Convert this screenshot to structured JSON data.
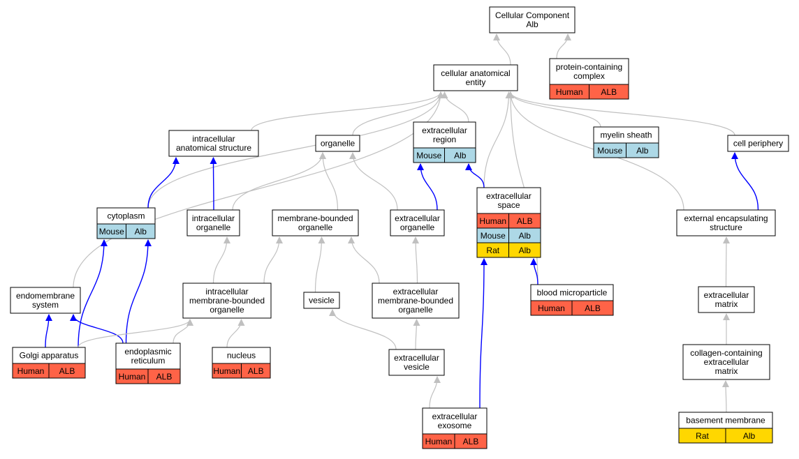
{
  "colors": {
    "human": "#ff6347",
    "mouse": "#add8e6",
    "rat": "#ffd700",
    "edge_gray": "#c0c0c0",
    "edge_blue": "#0000ff",
    "node_border": "#000000",
    "node_fill": "#ffffff"
  },
  "nodes": {
    "cellular_component": {
      "lines": [
        "Cellular Component",
        "Alb"
      ]
    },
    "protein_containing_complex": {
      "lines": [
        "protein-containing",
        "complex"
      ],
      "species": [
        [
          "Human",
          "ALB",
          "human"
        ]
      ]
    },
    "cellular_anatomical_entity": {
      "lines": [
        "cellular anatomical",
        "entity"
      ]
    },
    "intracellular_anatomical_structure": {
      "lines": [
        "intracellular",
        "anatomical structure"
      ]
    },
    "organelle": {
      "lines": [
        "organelle"
      ]
    },
    "extracellular_region": {
      "lines": [
        "extracellular",
        "region"
      ],
      "species": [
        [
          "Mouse",
          "Alb",
          "mouse"
        ]
      ]
    },
    "myelin_sheath": {
      "lines": [
        "myelin sheath"
      ],
      "species": [
        [
          "Mouse",
          "Alb",
          "mouse"
        ]
      ]
    },
    "cell_periphery": {
      "lines": [
        "cell periphery"
      ]
    },
    "cytoplasm": {
      "lines": [
        "cytoplasm"
      ],
      "species": [
        [
          "Mouse",
          "Alb",
          "mouse"
        ]
      ]
    },
    "intracellular_organelle": {
      "lines": [
        "intracellular",
        "organelle"
      ]
    },
    "membrane_bounded_organelle": {
      "lines": [
        "membrane-bounded",
        "organelle"
      ]
    },
    "extracellular_organelle": {
      "lines": [
        "extracellular",
        "organelle"
      ]
    },
    "extracellular_space": {
      "lines": [
        "extracellular",
        "space"
      ],
      "species": [
        [
          "Human",
          "ALB",
          "human"
        ],
        [
          "Mouse",
          "Alb",
          "mouse"
        ],
        [
          "Rat",
          "Alb",
          "rat"
        ]
      ]
    },
    "external_encapsulating_structure": {
      "lines": [
        "external encapsulating",
        "structure"
      ]
    },
    "endomembrane_system": {
      "lines": [
        "endomembrane",
        "system"
      ]
    },
    "intracellular_membrane_bounded_organelle": {
      "lines": [
        "intracellular",
        "membrane-bounded",
        "organelle"
      ]
    },
    "vesicle": {
      "lines": [
        "vesicle"
      ]
    },
    "extracellular_membrane_bounded_organelle": {
      "lines": [
        "extracellular",
        "membrane-bounded",
        "organelle"
      ]
    },
    "blood_microparticle": {
      "lines": [
        "blood microparticle"
      ],
      "species": [
        [
          "Human",
          "ALB",
          "human"
        ]
      ]
    },
    "extracellular_matrix": {
      "lines": [
        "extracellular",
        "matrix"
      ]
    },
    "golgi_apparatus": {
      "lines": [
        "Golgi apparatus"
      ],
      "species": [
        [
          "Human",
          "ALB",
          "human"
        ]
      ]
    },
    "endoplasmic_reticulum": {
      "lines": [
        "endoplasmic",
        "reticulum"
      ],
      "species": [
        [
          "Human",
          "ALB",
          "human"
        ]
      ]
    },
    "nucleus": {
      "lines": [
        "nucleus"
      ],
      "species": [
        [
          "Human",
          "ALB",
          "human"
        ]
      ]
    },
    "extracellular_vesicle": {
      "lines": [
        "extracellular",
        "vesicle"
      ]
    },
    "collagen_containing_extracellular_matrix": {
      "lines": [
        "collagen-containing",
        "extracellular",
        "matrix"
      ]
    },
    "extracellular_exosome": {
      "lines": [
        "extracellular",
        "exosome"
      ],
      "species": [
        [
          "Human",
          "ALB",
          "human"
        ]
      ]
    },
    "basement_membrane": {
      "lines": [
        "basement membrane"
      ],
      "species": [
        [
          "Rat",
          "Alb",
          "rat"
        ]
      ]
    }
  },
  "edges": [
    [
      "protein_containing_complex",
      "cellular_component",
      "gray"
    ],
    [
      "cellular_anatomical_entity",
      "cellular_component",
      "gray"
    ],
    [
      "intracellular_anatomical_structure",
      "cellular_anatomical_entity",
      "gray"
    ],
    [
      "organelle",
      "cellular_anatomical_entity",
      "gray"
    ],
    [
      "extracellular_region",
      "cellular_anatomical_entity",
      "gray"
    ],
    [
      "myelin_sheath",
      "cellular_anatomical_entity",
      "gray"
    ],
    [
      "cell_periphery",
      "cellular_anatomical_entity",
      "gray"
    ],
    [
      "cytoplasm",
      "cellular_anatomical_entity",
      "gray"
    ],
    [
      "endomembrane_system",
      "cellular_anatomical_entity",
      "gray"
    ],
    [
      "extracellular_space",
      "cellular_anatomical_entity",
      "gray"
    ],
    [
      "blood_microparticle",
      "cellular_anatomical_entity",
      "gray"
    ],
    [
      "external_encapsulating_structure",
      "cellular_anatomical_entity",
      "gray"
    ],
    [
      "cytoplasm",
      "intracellular_anatomical_structure",
      "blue"
    ],
    [
      "intracellular_organelle",
      "intracellular_anatomical_structure",
      "blue"
    ],
    [
      "intracellular_organelle",
      "organelle",
      "gray"
    ],
    [
      "membrane_bounded_organelle",
      "organelle",
      "gray"
    ],
    [
      "extracellular_organelle",
      "organelle",
      "gray"
    ],
    [
      "extracellular_organelle",
      "extracellular_region",
      "blue"
    ],
    [
      "extracellular_space",
      "extracellular_region",
      "blue"
    ],
    [
      "external_encapsulating_structure",
      "cell_periphery",
      "blue"
    ],
    [
      "intracellular_membrane_bounded_organelle",
      "intracellular_organelle",
      "gray"
    ],
    [
      "intracellular_membrane_bounded_organelle",
      "membrane_bounded_organelle",
      "gray"
    ],
    [
      "vesicle",
      "membrane_bounded_organelle",
      "gray"
    ],
    [
      "extracellular_membrane_bounded_organelle",
      "membrane_bounded_organelle",
      "gray"
    ],
    [
      "extracellular_membrane_bounded_organelle",
      "extracellular_organelle",
      "gray"
    ],
    [
      "blood_microparticle",
      "extracellular_space",
      "blue"
    ],
    [
      "extracellular_exosome",
      "extracellular_space",
      "blue"
    ],
    [
      "extracellular_matrix",
      "external_encapsulating_structure",
      "gray"
    ],
    [
      "golgi_apparatus",
      "endomembrane_system",
      "blue"
    ],
    [
      "endoplasmic_reticulum",
      "endomembrane_system",
      "blue"
    ],
    [
      "golgi_apparatus",
      "cytoplasm",
      "blue"
    ],
    [
      "endoplasmic_reticulum",
      "cytoplasm",
      "blue"
    ],
    [
      "golgi_apparatus",
      "intracellular_membrane_bounded_organelle",
      "gray"
    ],
    [
      "endoplasmic_reticulum",
      "intracellular_membrane_bounded_organelle",
      "gray"
    ],
    [
      "nucleus",
      "intracellular_membrane_bounded_organelle",
      "gray"
    ],
    [
      "extracellular_vesicle",
      "vesicle",
      "gray"
    ],
    [
      "extracellular_vesicle",
      "extracellular_membrane_bounded_organelle",
      "gray"
    ],
    [
      "extracellular_exosome",
      "extracellular_vesicle",
      "gray"
    ],
    [
      "collagen_containing_extracellular_matrix",
      "extracellular_matrix",
      "gray"
    ],
    [
      "basement_membrane",
      "collagen_containing_extracellular_matrix",
      "gray"
    ]
  ]
}
